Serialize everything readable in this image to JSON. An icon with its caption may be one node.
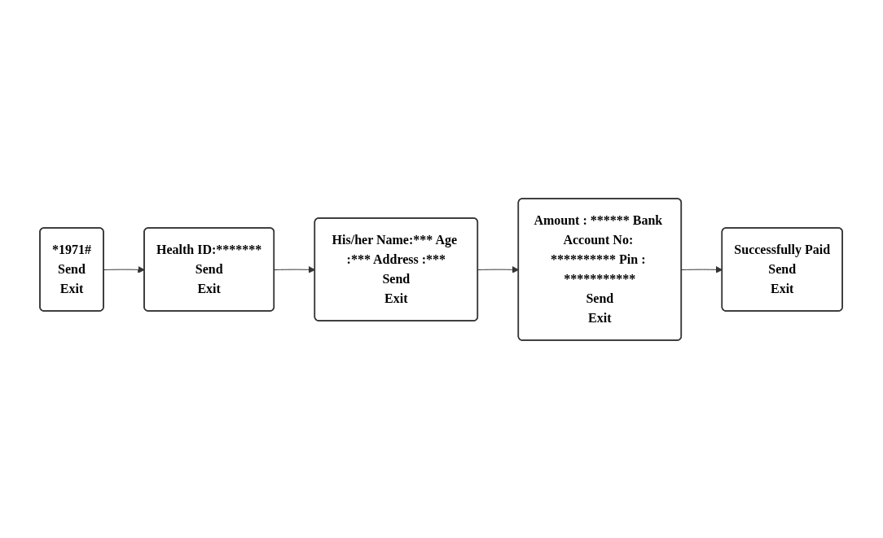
{
  "diagram": {
    "nodes": [
      {
        "text": [
          "*1971#",
          "Send",
          "Exit"
        ]
      },
      {
        "text": [
          "Health ID:*******",
          "Send",
          "Exit"
        ]
      },
      {
        "text": [
          "His/her Name:*** Age :*** Address :***",
          "Send",
          "Exit"
        ]
      },
      {
        "text": [
          "Amount : ****** Bank Account No: ********** Pin : ***********",
          "Send",
          "Exit"
        ]
      },
      {
        "text": [
          "Successfully Paid",
          "Send",
          "Exit"
        ]
      }
    ],
    "edges": [
      {
        "from": 0,
        "to": 1,
        "arrow": "to"
      },
      {
        "from": 1,
        "to": 2,
        "arrow": "to"
      },
      {
        "from": 2,
        "to": 3,
        "arrow": "to"
      },
      {
        "from": 3,
        "to": 4,
        "arrow": "to"
      }
    ]
  }
}
